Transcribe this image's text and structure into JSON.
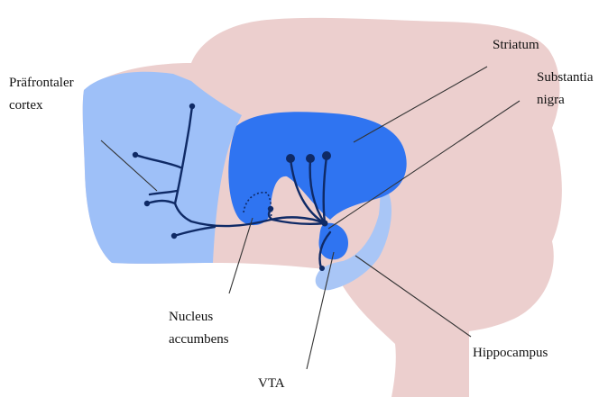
{
  "labels": {
    "prefrontal": [
      "Präfrontaler",
      "cortex"
    ],
    "striatum": "Striatum",
    "substantia": [
      "Substantia",
      "nigra"
    ],
    "nucleus": [
      "Nucleus",
      "accumbens"
    ],
    "hippocampus": "Hippocampus",
    "vta": "VTA"
  },
  "colors": {
    "brain": "#eccfce",
    "prefrontal_region": "#9ec0f8",
    "striatum_region": "#2f74f1",
    "vta_region": "#2f74f1",
    "hippocampus_region": "#a9c6f6",
    "pathway": "#0f2a66",
    "leader_line": "#333333",
    "text": "#111111"
  }
}
